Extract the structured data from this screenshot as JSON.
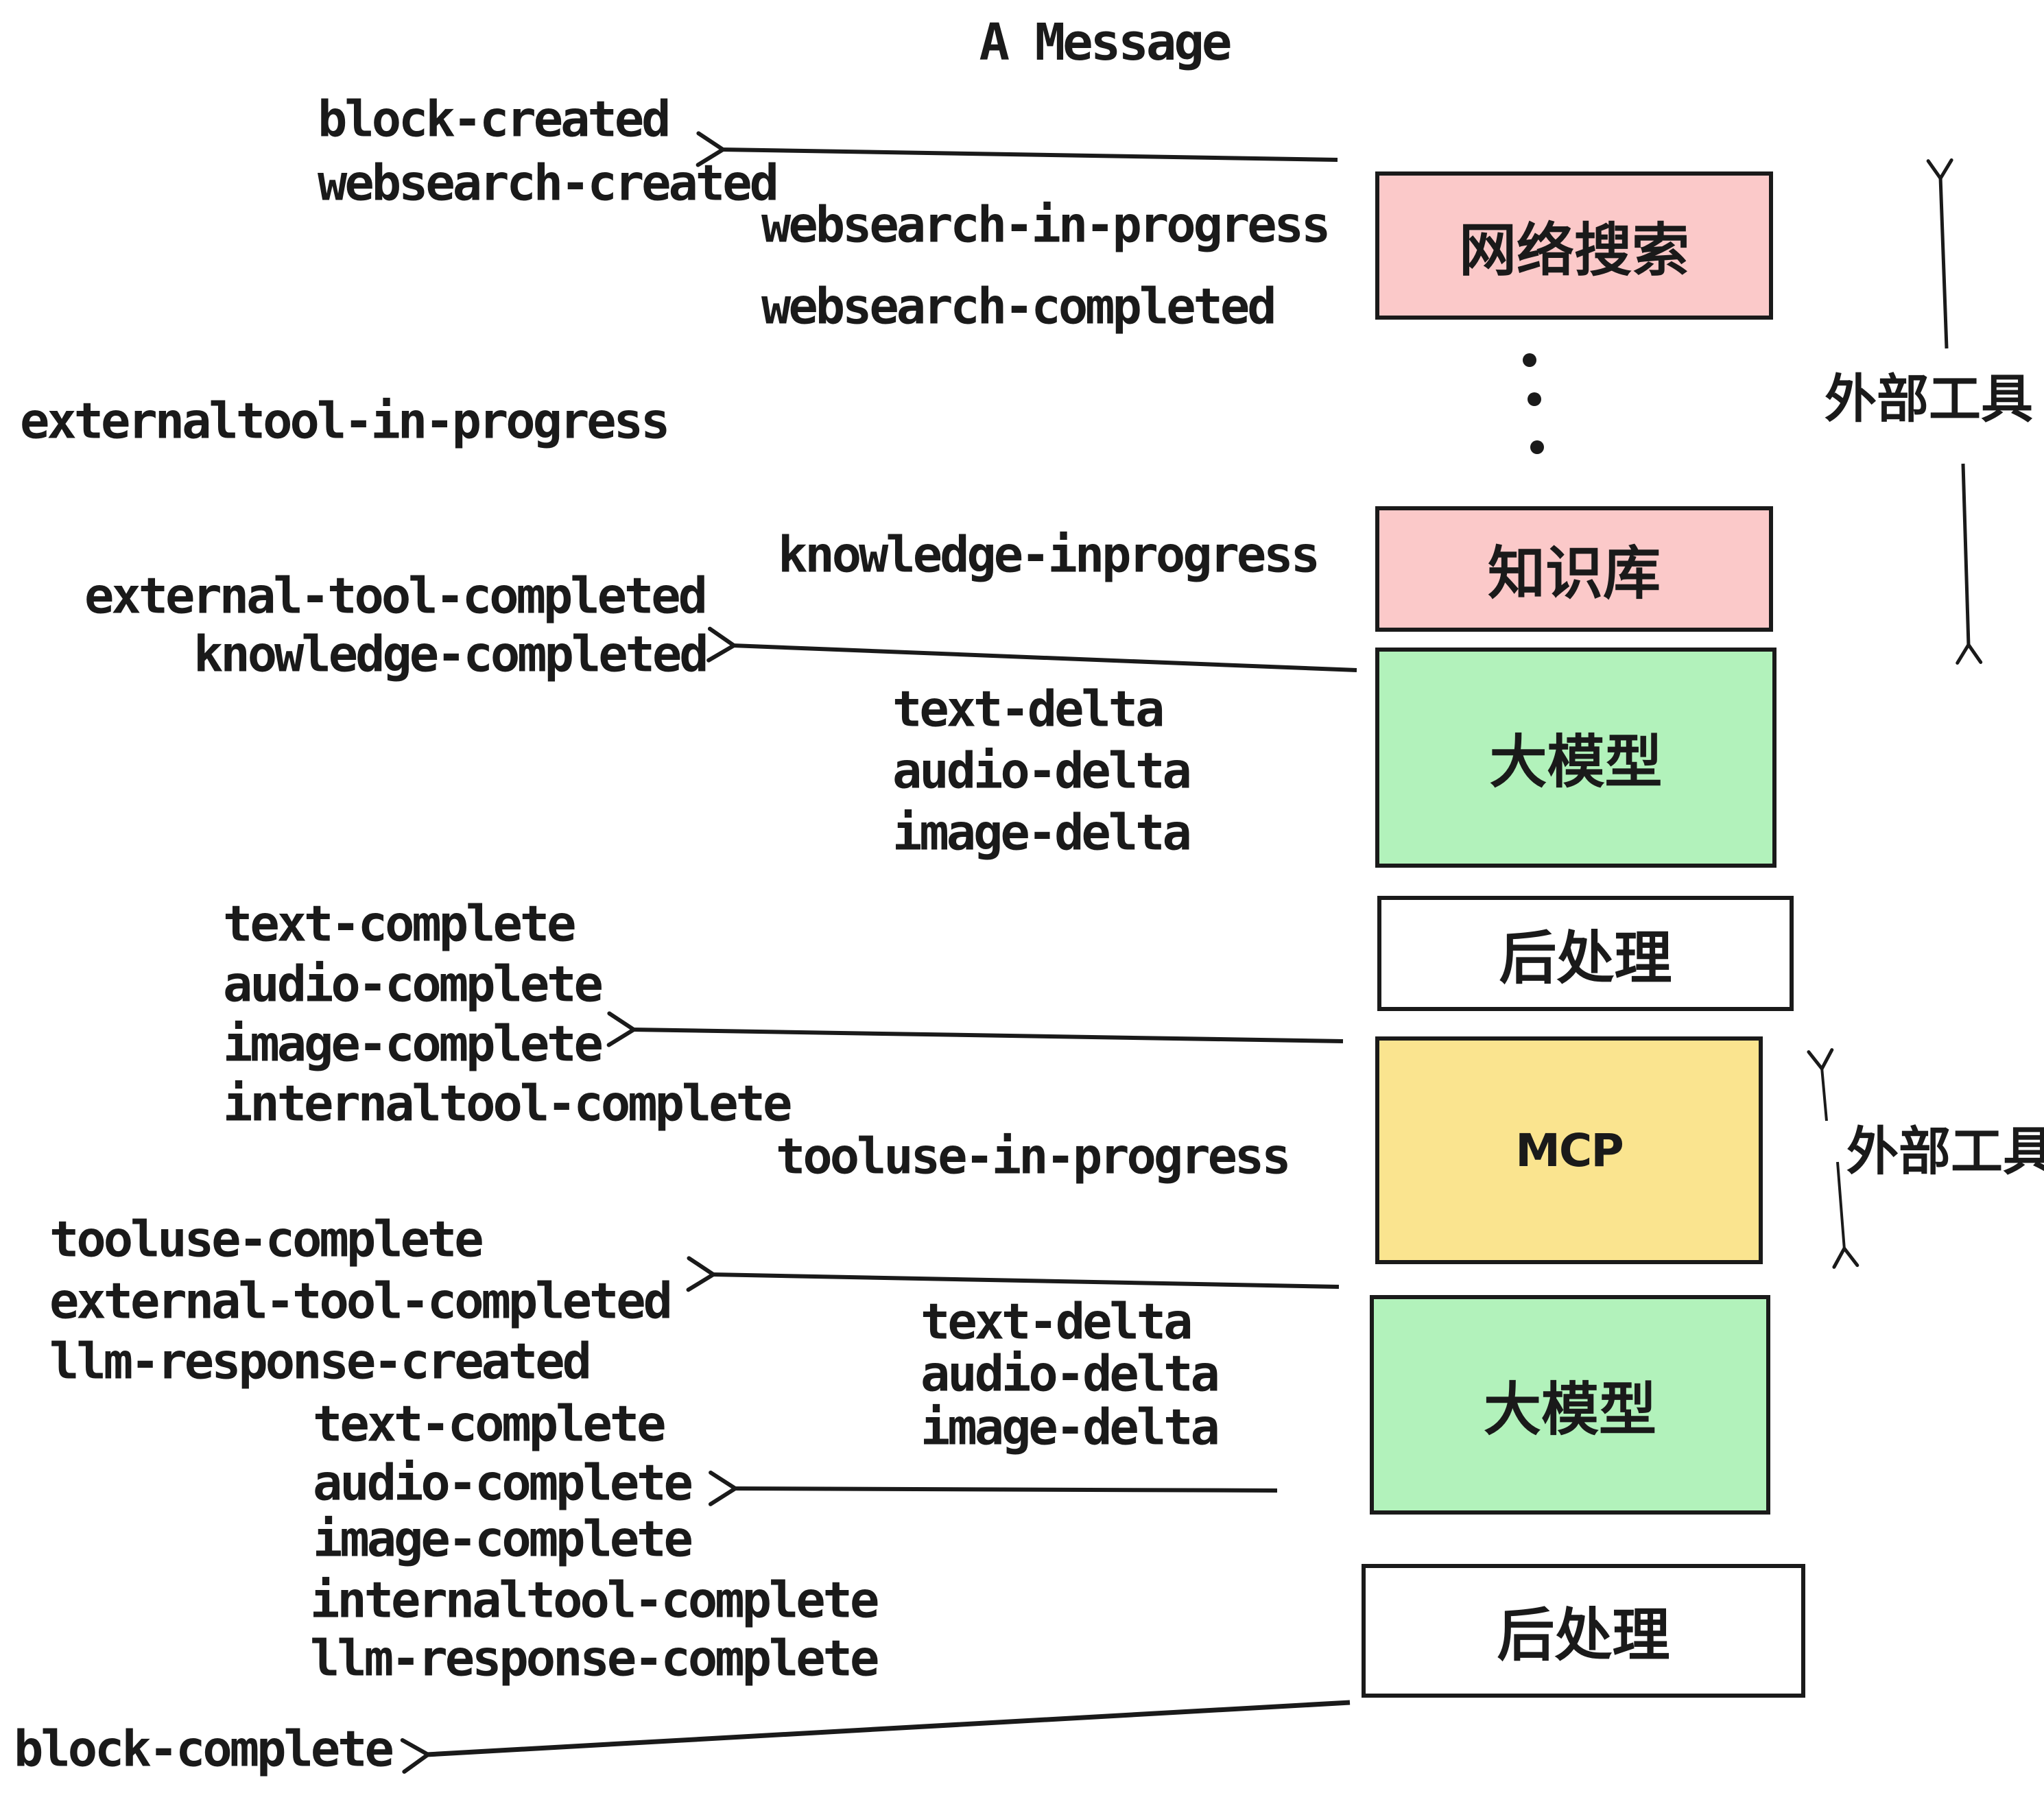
{
  "title": "A Message",
  "palette": {
    "ink": "#1a1a1a",
    "pink": "#fbc9c9",
    "green": "#b2f2bb",
    "yellow": "#fae48f",
    "white": "#ffffff",
    "background": "#ffffff"
  },
  "boxes": [
    {
      "id": "websearch",
      "label": "网络搜索",
      "color": "#fbc9c9"
    },
    {
      "id": "knowledge",
      "label": "知识库",
      "color": "#fbc9c9"
    },
    {
      "id": "llm-1",
      "label": "大模型",
      "color": "#b2f2bb"
    },
    {
      "id": "postprocess-1",
      "label": "后处理",
      "color": "#ffffff"
    },
    {
      "id": "mcp",
      "label": "MCP",
      "color": "#fae48f"
    },
    {
      "id": "llm-2",
      "label": "大模型",
      "color": "#b2f2bb"
    },
    {
      "id": "postprocess-2",
      "label": "后处理",
      "color": "#ffffff"
    }
  ],
  "side_labels": [
    {
      "id": "external-tools-top",
      "text": "外部工具"
    },
    {
      "id": "external-tools-bottom",
      "text": "外部工具"
    }
  ],
  "events": [
    {
      "text": "block-created"
    },
    {
      "text": "websearch-created"
    },
    {
      "text": "websearch-in-progress"
    },
    {
      "text": "websearch-completed"
    },
    {
      "text": "externaltool-in-progress"
    },
    {
      "text": "knowledge-inprogress"
    },
    {
      "text": "external-tool-completed"
    },
    {
      "text": "knowledge-completed"
    },
    {
      "text": "text-delta"
    },
    {
      "text": "audio-delta"
    },
    {
      "text": "image-delta"
    },
    {
      "text": "text-complete"
    },
    {
      "text": "audio-complete"
    },
    {
      "text": "image-complete"
    },
    {
      "text": "internaltool-complete"
    },
    {
      "text": "tooluse-in-progress"
    },
    {
      "text": "tooluse-complete"
    },
    {
      "text": "external-tool-completed"
    },
    {
      "text": "llm-response-created"
    },
    {
      "text": "text-complete"
    },
    {
      "text": "audio-complete"
    },
    {
      "text": "image-complete"
    },
    {
      "text": "internaltool-complete"
    },
    {
      "text": "llm-response-complete"
    },
    {
      "text": "text-delta"
    },
    {
      "text": "audio-delta"
    },
    {
      "text": "image-delta"
    },
    {
      "text": "block-complete"
    }
  ],
  "decorations": {
    "vertical_ellipsis_dots": 3
  }
}
